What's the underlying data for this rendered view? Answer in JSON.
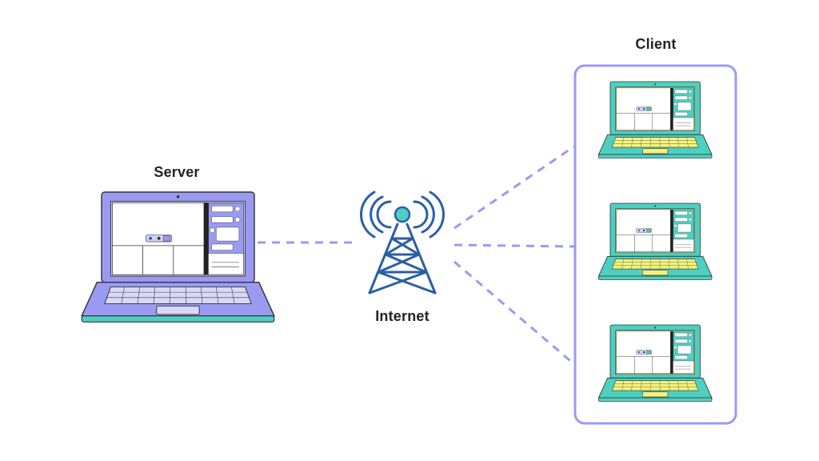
{
  "nodes": {
    "server": {
      "label": "Server"
    },
    "internet": {
      "label": "Internet"
    },
    "client_group": {
      "label": "Client",
      "client_count": 3
    }
  },
  "colors": {
    "server_body": "#9b9af2",
    "client_body": "#4ecfc1",
    "screen_accent": "#f5f27a",
    "tower": "#2a5fa8",
    "tower_top": "#4ecfc1",
    "connector": "#9b9af2",
    "outline": "#333333",
    "client_box_border": "#9b9af2"
  }
}
